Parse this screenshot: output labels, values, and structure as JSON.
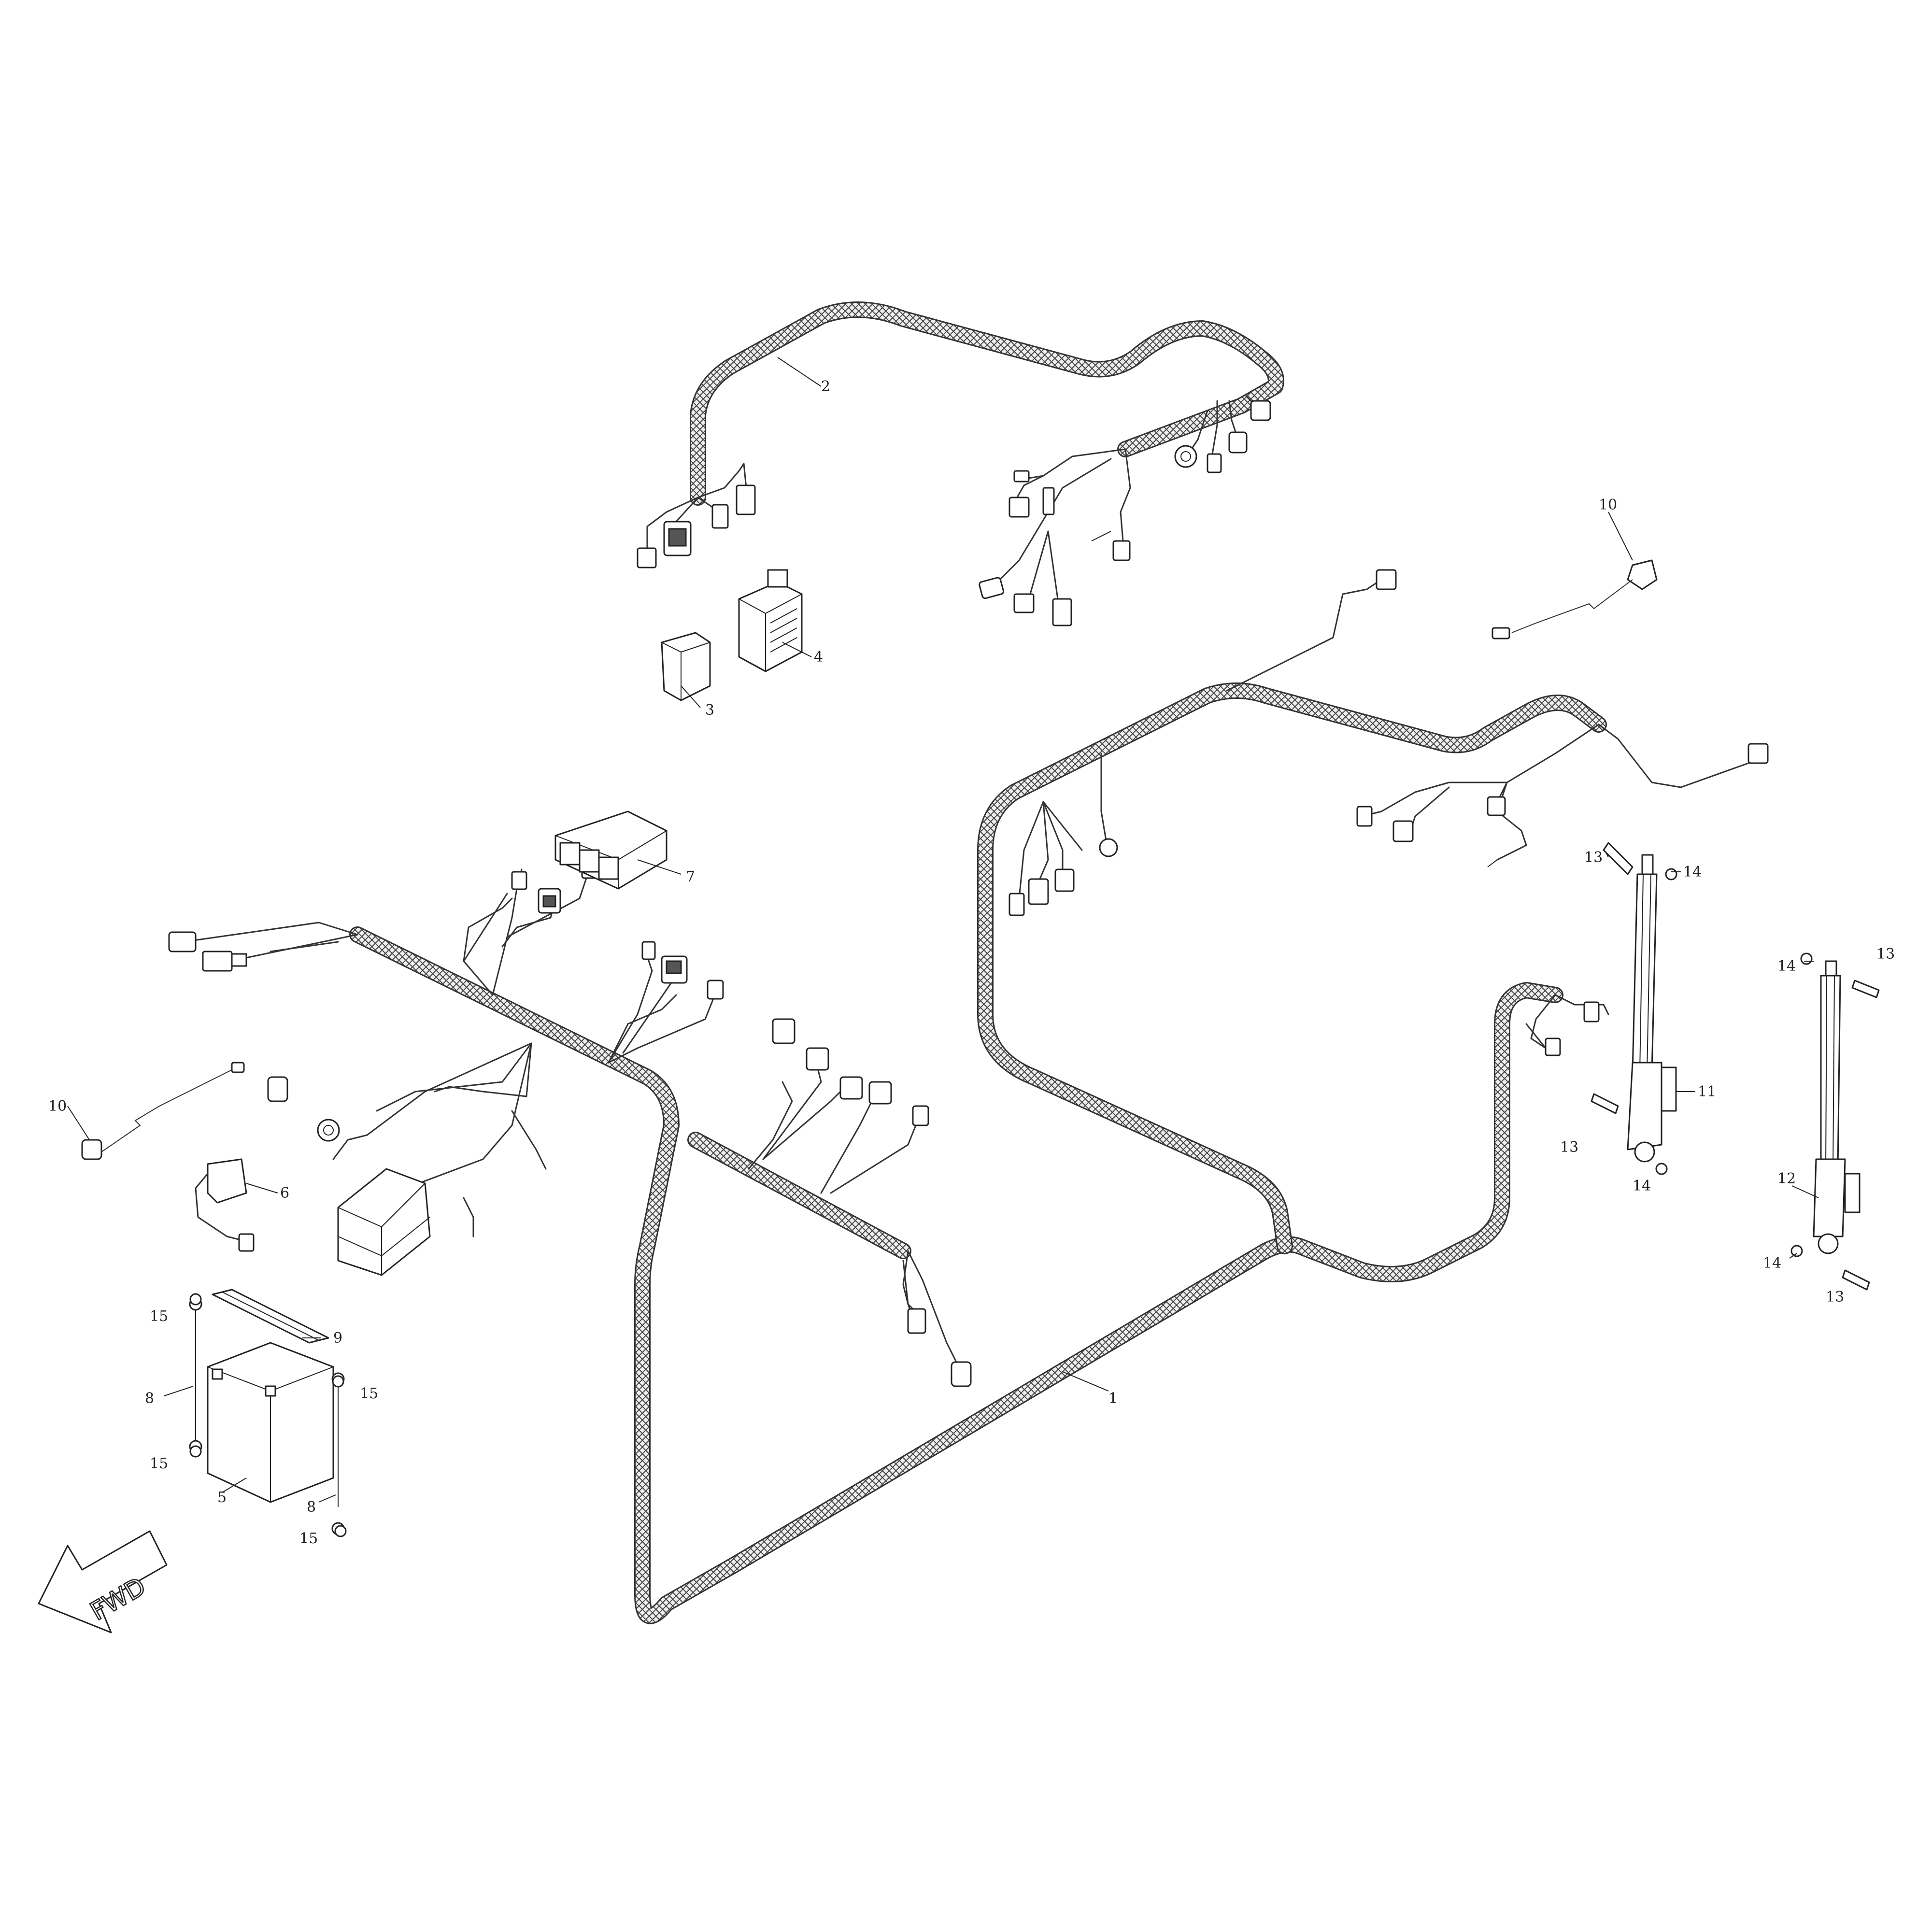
{
  "diagram": {
    "arrow_label": "FWD",
    "callouts": [
      {
        "id": "c1",
        "label": "1"
      },
      {
        "id": "c2",
        "label": "2"
      },
      {
        "id": "c3",
        "label": "3"
      },
      {
        "id": "c4",
        "label": "4"
      },
      {
        "id": "c5",
        "label": "5"
      },
      {
        "id": "c6",
        "label": "6"
      },
      {
        "id": "c7",
        "label": "7"
      },
      {
        "id": "c8a",
        "label": "8"
      },
      {
        "id": "c8b",
        "label": "8"
      },
      {
        "id": "c9",
        "label": "9"
      },
      {
        "id": "c10a",
        "label": "10"
      },
      {
        "id": "c10b",
        "label": "10"
      },
      {
        "id": "c11",
        "label": "11"
      },
      {
        "id": "c12",
        "label": "12"
      },
      {
        "id": "c13a",
        "label": "13"
      },
      {
        "id": "c13b",
        "label": "13"
      },
      {
        "id": "c13c",
        "label": "13"
      },
      {
        "id": "c13d",
        "label": "13"
      },
      {
        "id": "c14a",
        "label": "14"
      },
      {
        "id": "c14b",
        "label": "14"
      },
      {
        "id": "c14c",
        "label": "14"
      },
      {
        "id": "c14d",
        "label": "14"
      },
      {
        "id": "c15a",
        "label": "15"
      },
      {
        "id": "c15b",
        "label": "15"
      },
      {
        "id": "c15c",
        "label": "15"
      },
      {
        "id": "c15d",
        "label": "15"
      }
    ]
  }
}
